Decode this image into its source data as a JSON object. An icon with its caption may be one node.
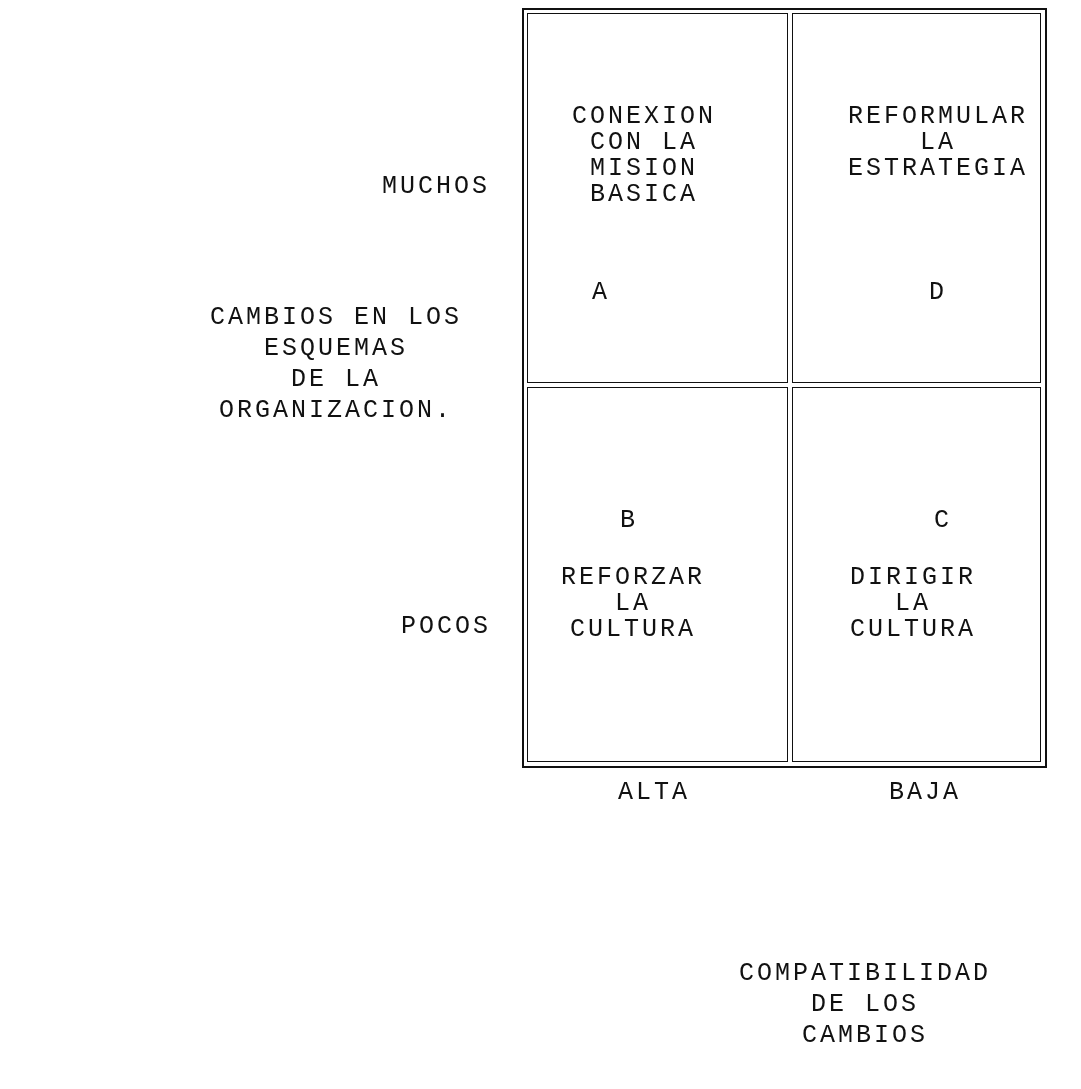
{
  "diagram": {
    "nodes": [
      {
        "text": [],
        "shape": "box"
      },
      {
        "text": [
          "CONEXION CON LA MISION BASICA",
          "A"
        ],
        "in": 0
      },
      {
        "text": [
          "REFORMULAR LA ESTRATEGIA",
          "D"
        ],
        "in": 0
      },
      {
        "text": [
          "B",
          "REFORZAR LA CULTURA"
        ],
        "in": 0
      },
      {
        "text": [
          "C",
          "DIRIGIR LA CULTURA"
        ],
        "in": 0
      }
    ],
    "labels": [
      "MUCHOS",
      "CAMBIOS EN LOS ESQUEMAS DE LA ORGANIZACION.",
      "POCOS",
      "ALTA",
      "BAJA",
      "COMPATIBILIDAD DE LOS CAMBIOS"
    ]
  }
}
